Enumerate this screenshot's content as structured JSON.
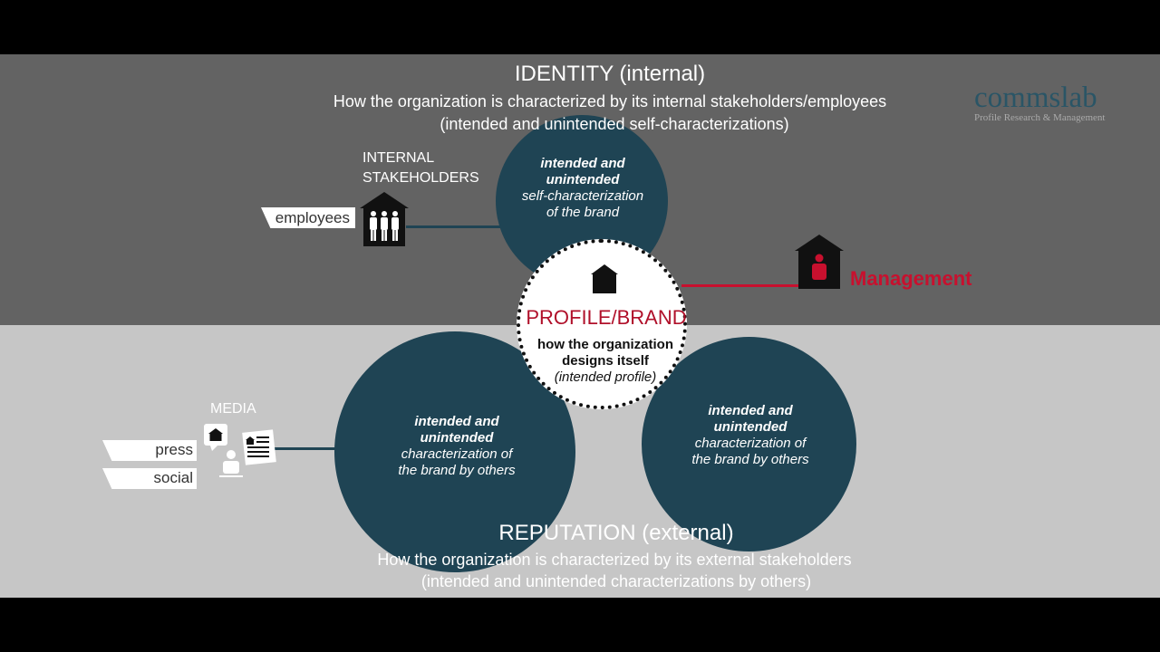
{
  "identity": {
    "title": "IDENTITY (internal)",
    "line1": "How the organization is characterized by its internal stakeholders/employees",
    "line2": "(intended and unintended self-characterizations)"
  },
  "logo": {
    "name": "commslab",
    "tagline": "Profile Research & Management"
  },
  "internal": {
    "label1": "INTERNAL",
    "label2": "STAKEHOLDERS",
    "employees": "employees",
    "icon": "employees-house-icon"
  },
  "self_circle": {
    "line1": "intended and",
    "line2": "unintended",
    "line3": "self-characterization",
    "line4": "of the brand"
  },
  "management": {
    "label": "Management",
    "icon": "management-house-icon"
  },
  "profile": {
    "title": "PROFILE/BRAND",
    "line1": "how the organization",
    "line2": "designs itself",
    "line3": "(intended profile)",
    "icon": "house-icon"
  },
  "media": {
    "label": "MEDIA",
    "press": "press",
    "social": "social",
    "icon": "media-person-icon"
  },
  "others_circle_left": {
    "line1": "intended and",
    "line2": "unintended",
    "line3": "characterization of",
    "line4": "the brand by others"
  },
  "others_circle_right": {
    "line1": "intended and",
    "line2": "unintended",
    "line3": "characterization of",
    "line4": "the brand by others"
  },
  "reputation": {
    "title": "REPUTATION (external)",
    "line1": "How the organization is characterized by its external stakeholders",
    "line2": "(intended and unintended characterizations by others)"
  },
  "colors": {
    "circle": "#1f4454",
    "accent_red": "#c8102e",
    "top_panel": "#636363",
    "bottom_panel": "#c6c6c6"
  }
}
